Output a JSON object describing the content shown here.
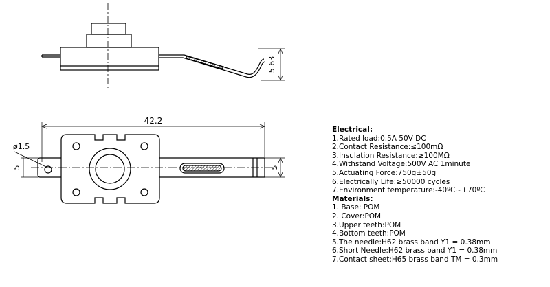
{
  "dimensions": {
    "height_side": "5.63",
    "total_length": "42.2",
    "hole_diameter": "ø1.5",
    "left_width": "5",
    "right_width": "5"
  },
  "specs": {
    "electrical_heading": "Electrical:",
    "electrical": [
      "1.Rated load:0.5A 50V DC",
      "2.Contact Resistance:≤100mΩ",
      "3.Insulation Resistance:≥100MΩ",
      "4.Withstand Voltage:500V AC 1minute",
      "5.Actuating Force:750g±50g",
      "6.Electrically Life:≥50000 cycles",
      "7.Environment temperature:-40ºC~+70ºC"
    ],
    "materials_heading": "Materials:",
    "materials": [
      "1. Base: POM",
      "2. Cover:POM",
      "3.Upper teeth:POM",
      "4.Bottom teeth:POM",
      "5.The needle:H62 brass band Y1 = 0.38mm",
      "6.Short Needle:H62 brass band Y1 = 0.38mm",
      "7.Contact sheet:H65 brass band TM = 0.3mm"
    ]
  },
  "colors": {
    "line": "#000000",
    "hatch": "#333333",
    "background": "#ffffff"
  }
}
